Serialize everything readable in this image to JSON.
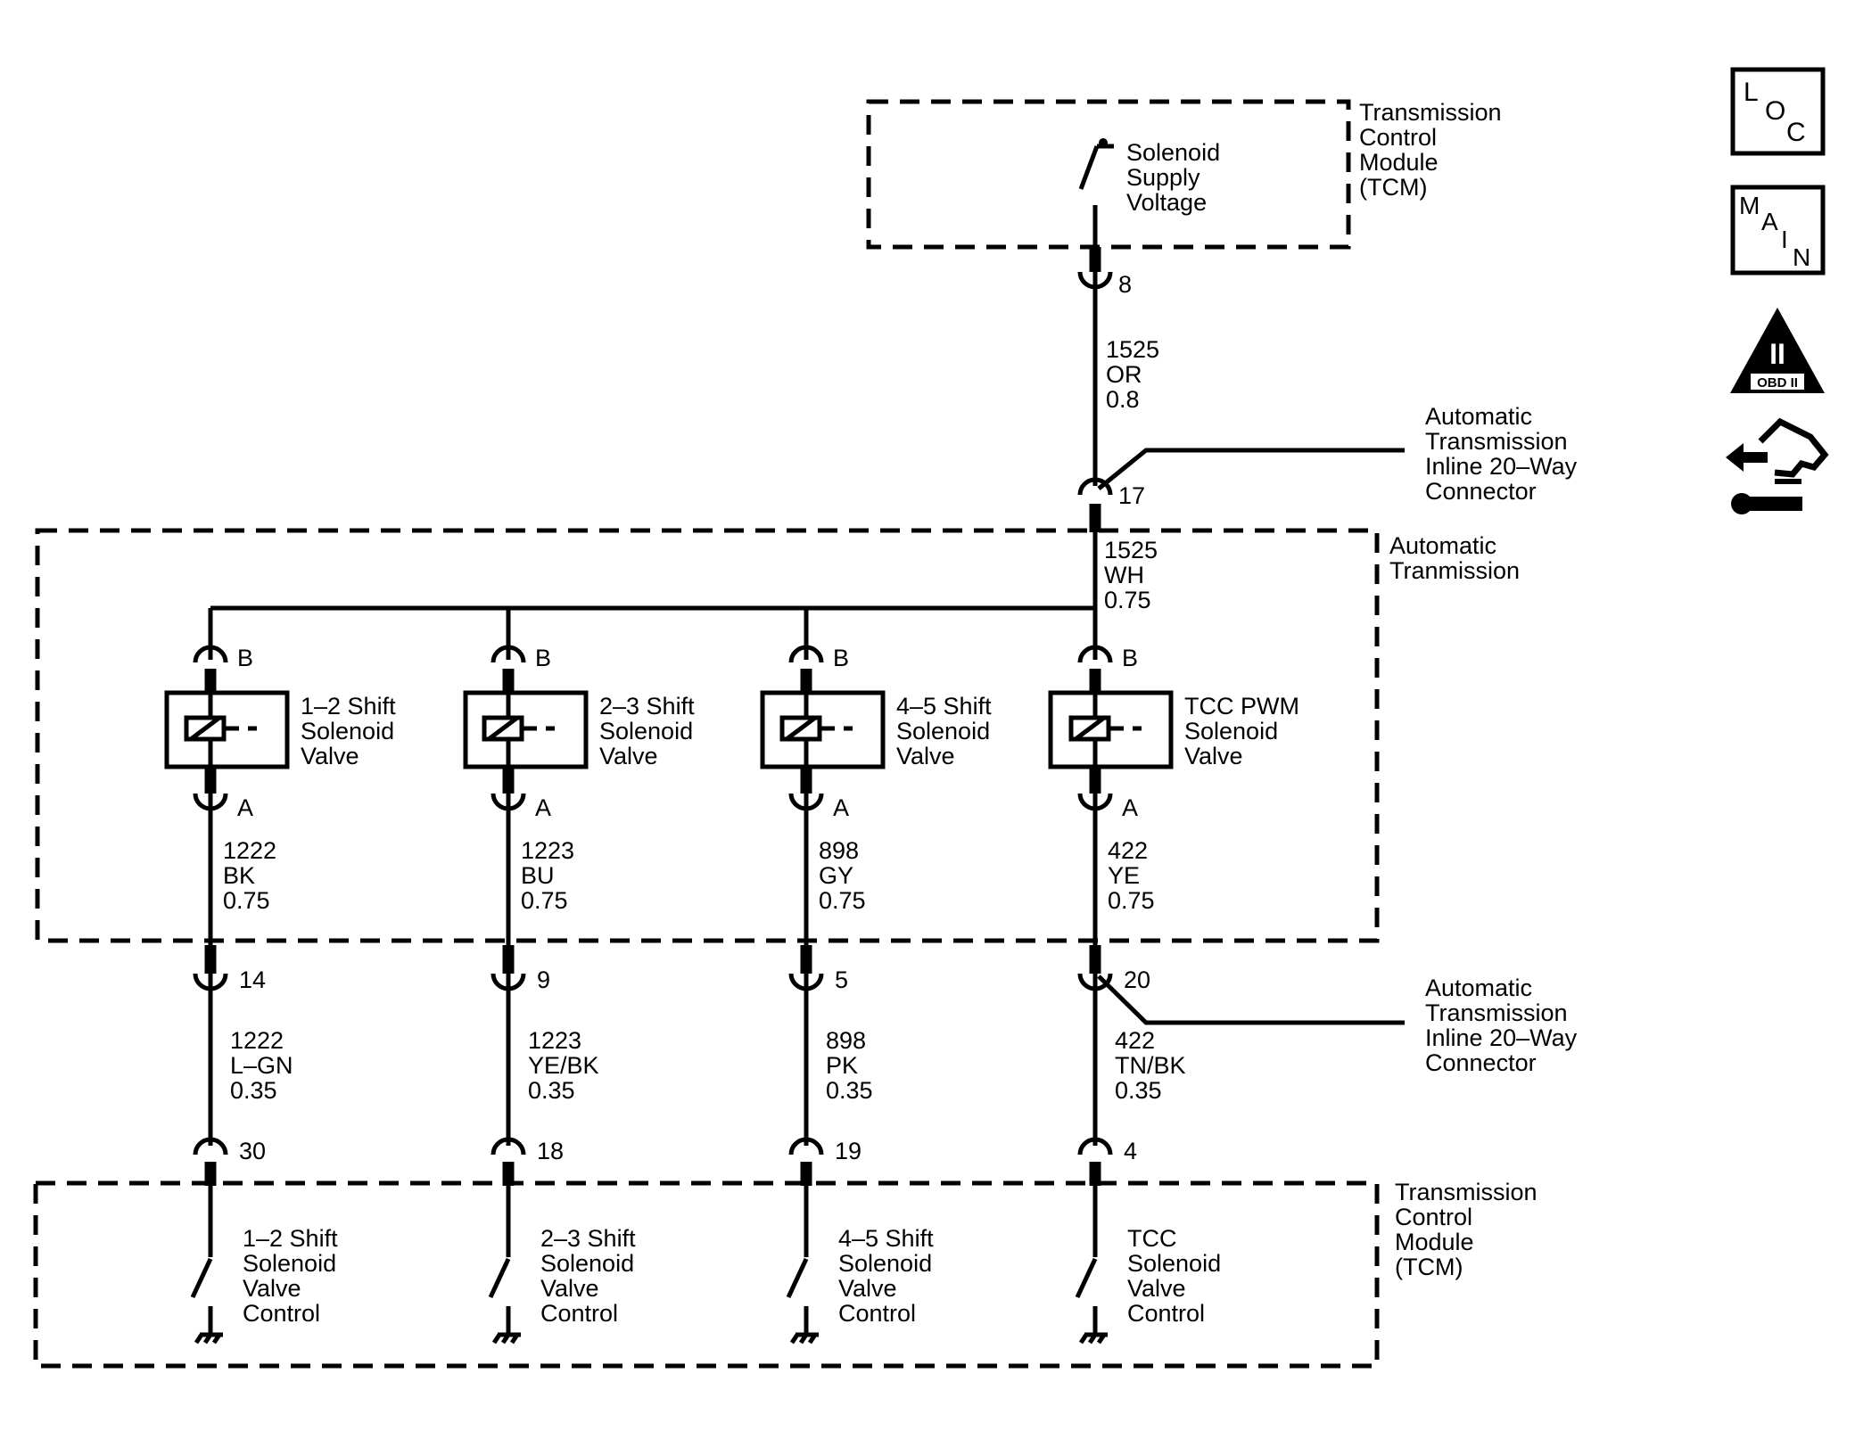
{
  "tcm_top": {
    "module_label": [
      "Transmission",
      "Control",
      "Module",
      "(TCM)"
    ],
    "supply_label": [
      "Solenoid",
      "Supply",
      "Voltage"
    ],
    "pin": "8"
  },
  "wire_top": [
    "1525",
    "OR",
    "0.8"
  ],
  "connector_top": {
    "label": [
      "Automatic",
      "Transmission",
      "Inline 20–Way",
      "Connector"
    ],
    "pin": "17"
  },
  "transmission": {
    "label": [
      "Automatic",
      "Tranmission"
    ],
    "wire_in": [
      "1525",
      "WH",
      "0.75"
    ]
  },
  "solenoids": [
    {
      "pin_b": "B",
      "pin_a": "A",
      "label": [
        "1–2 Shift",
        "Solenoid",
        "Valve"
      ],
      "wire_inner": [
        "1222",
        "BK",
        "0.75"
      ],
      "conn_pin": "14",
      "wire_outer": [
        "1222",
        "L–GN",
        "0.35"
      ],
      "tcm_pin": "30",
      "control_label": [
        "1–2 Shift",
        "Solenoid",
        "Valve",
        "Control"
      ]
    },
    {
      "pin_b": "B",
      "pin_a": "A",
      "label": [
        "2–3 Shift",
        "Solenoid",
        "Valve"
      ],
      "wire_inner": [
        "1223",
        "BU",
        "0.75"
      ],
      "conn_pin": "9",
      "wire_outer": [
        "1223",
        "YE/BK",
        "0.35"
      ],
      "tcm_pin": "18",
      "control_label": [
        "2–3 Shift",
        "Solenoid",
        "Valve",
        "Control"
      ]
    },
    {
      "pin_b": "B",
      "pin_a": "A",
      "label": [
        "4–5 Shift",
        "Solenoid",
        "Valve"
      ],
      "wire_inner": [
        "898",
        "GY",
        "0.75"
      ],
      "conn_pin": "5",
      "wire_outer": [
        "898",
        "PK",
        "0.35"
      ],
      "tcm_pin": "19",
      "control_label": [
        "4–5 Shift",
        "Solenoid",
        "Valve",
        "Control"
      ]
    },
    {
      "pin_b": "B",
      "pin_a": "A",
      "label": [
        "TCC PWM",
        "Solenoid",
        "Valve"
      ],
      "wire_inner": [
        "422",
        "YE",
        "0.75"
      ],
      "conn_pin": "20",
      "wire_outer": [
        "422",
        "TN/BK",
        "0.35"
      ],
      "tcm_pin": "4",
      "control_label": [
        "TCC",
        "Solenoid",
        "Valve",
        "Control"
      ]
    }
  ],
  "connector_bottom": {
    "label": [
      "Automatic",
      "Transmission",
      "Inline 20–Way",
      "Connector"
    ]
  },
  "tcm_bottom": {
    "module_label": [
      "Transmission",
      "Control",
      "Module",
      "(TCM)"
    ]
  },
  "side_icons": [
    {
      "name": "loc-icon",
      "letters": [
        "L",
        "O",
        "C"
      ]
    },
    {
      "name": "main-icon",
      "letters": [
        "M",
        "A",
        "I",
        "N"
      ]
    },
    {
      "name": "obd-ii-icon",
      "letters": [
        "II",
        "OBD II"
      ]
    },
    {
      "name": "ground-distribution-icon"
    }
  ]
}
